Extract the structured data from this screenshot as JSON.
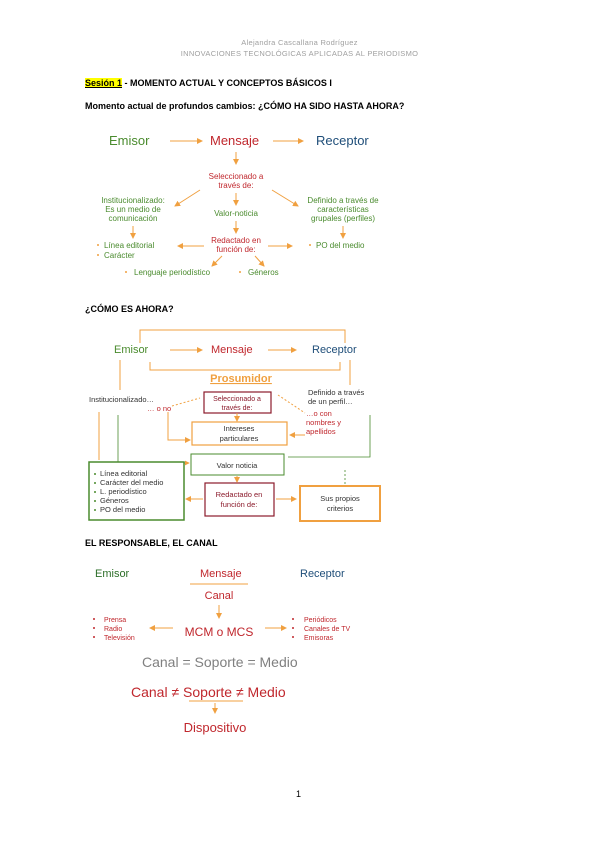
{
  "header": {
    "author": "Alejandra Cascallana Rodríguez",
    "course": "INNOVACIONES TECNOLÓGICAS APLICADAS AL PERIODISMO"
  },
  "session": {
    "label": "Sesión 1",
    "rest": " - MOMENTO ACTUAL Y CONCEPTOS BÁSICOS I"
  },
  "section1": {
    "heading": "Momento actual de profundos cambios: ¿CÓMO HA SIDO HASTA AHORA?",
    "emisor": "Emisor",
    "mensaje": "Mensaje",
    "receptor": "Receptor",
    "seleccionado": [
      "Seleccionado a",
      "través de:"
    ],
    "institucional": [
      "Institucionalizado:",
      "Es un medio de",
      "comunicación"
    ],
    "definido": [
      "Definido a través de",
      "características",
      "grupales (perfiles)"
    ],
    "valor": "Valor-noticia",
    "redactado": [
      "Redactado en",
      "función de:"
    ],
    "linea": "Línea editorial",
    "caracter": "Carácter",
    "po": "PO del medio",
    "lenguaje": "Lenguaje periodístico",
    "generos": "Géneros"
  },
  "section2": {
    "heading": "¿CÓMO ES AHORA?",
    "emisor": "Emisor",
    "mensaje": "Mensaje",
    "receptor": "Receptor",
    "prosumidor": "Prosumidor",
    "institucional": "Institucionalizado…",
    "ono": "… o no",
    "definido": [
      "Definido a través",
      "de un perfil…"
    ],
    "ocon": [
      "…o con",
      "nombres y",
      "apellidos"
    ],
    "seleccionado": [
      "Seleccionado a",
      "través de:"
    ],
    "intereses": [
      "Intereses",
      "particulares"
    ],
    "valor": "Valor noticia",
    "redactado": [
      "Redactado en",
      "función de:"
    ],
    "propios": [
      "Sus propios",
      "criterios"
    ],
    "lista": [
      "Línea editorial",
      "Carácter del medio",
      "L. periodístico",
      "Géneros",
      "PO del medio"
    ]
  },
  "section3": {
    "heading": "EL RESPONSABLE, EL CANAL",
    "emisor": "Emisor",
    "mensaje": "Mensaje",
    "receptor": "Receptor",
    "canal": "Canal",
    "medios": [
      "Prensa",
      "Radio",
      "Televisión"
    ],
    "mcm": "MCM o MCS",
    "soportes": [
      "Periódicos",
      "Canales de TV",
      "Emisoras"
    ],
    "eq": "Canal = Soporte = Medio",
    "neq_a": "Canal ≠ ",
    "neq_b": "Soporte",
    "neq_c": " ≠ Medio",
    "dispositivo": "Dispositivo"
  },
  "page_number": "1",
  "colors": {
    "green": "#4a8b2e",
    "red": "#c0272d",
    "blue": "#1f4e79",
    "orange": "#f0a040",
    "dark_red": "#8b1a2b"
  }
}
